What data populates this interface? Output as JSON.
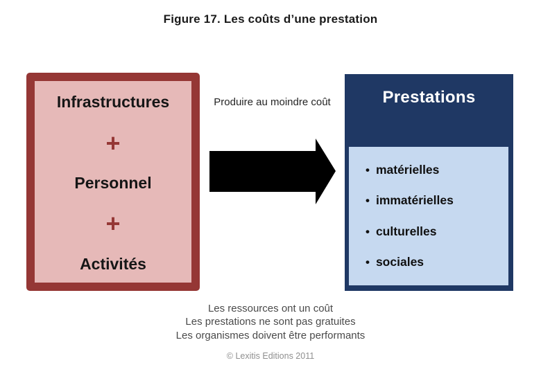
{
  "title": "Figure 17. Les coûts d’une prestation",
  "left_box": {
    "items": [
      "Infrastructures",
      "Personnel",
      "Activités"
    ],
    "plus_sign": "+"
  },
  "middle": {
    "label": "Produire au moindre coût",
    "arrow": "right-block-arrow"
  },
  "right_box": {
    "header": "Prestations",
    "bullet_char": "•",
    "items": [
      "matérielles",
      "immatérielles",
      "culturelles",
      "sociales"
    ]
  },
  "footer": {
    "lines": [
      "Les ressources ont un coût",
      "Les prestations ne sont pas gratuites",
      "Les organismes doivent être performants"
    ],
    "copyright": "© Lexitis Editions 2011"
  },
  "colors": {
    "red_border": "#953735",
    "pink_fill": "#E6B9B8",
    "navy_fill": "#1F3864",
    "light_blue_fill": "#C6D9F0",
    "arrow_color": "#000000",
    "text_dark": "#1a1a1a",
    "text_gray": "#4a4a4a",
    "copyright_gray": "#8f8f8f"
  }
}
